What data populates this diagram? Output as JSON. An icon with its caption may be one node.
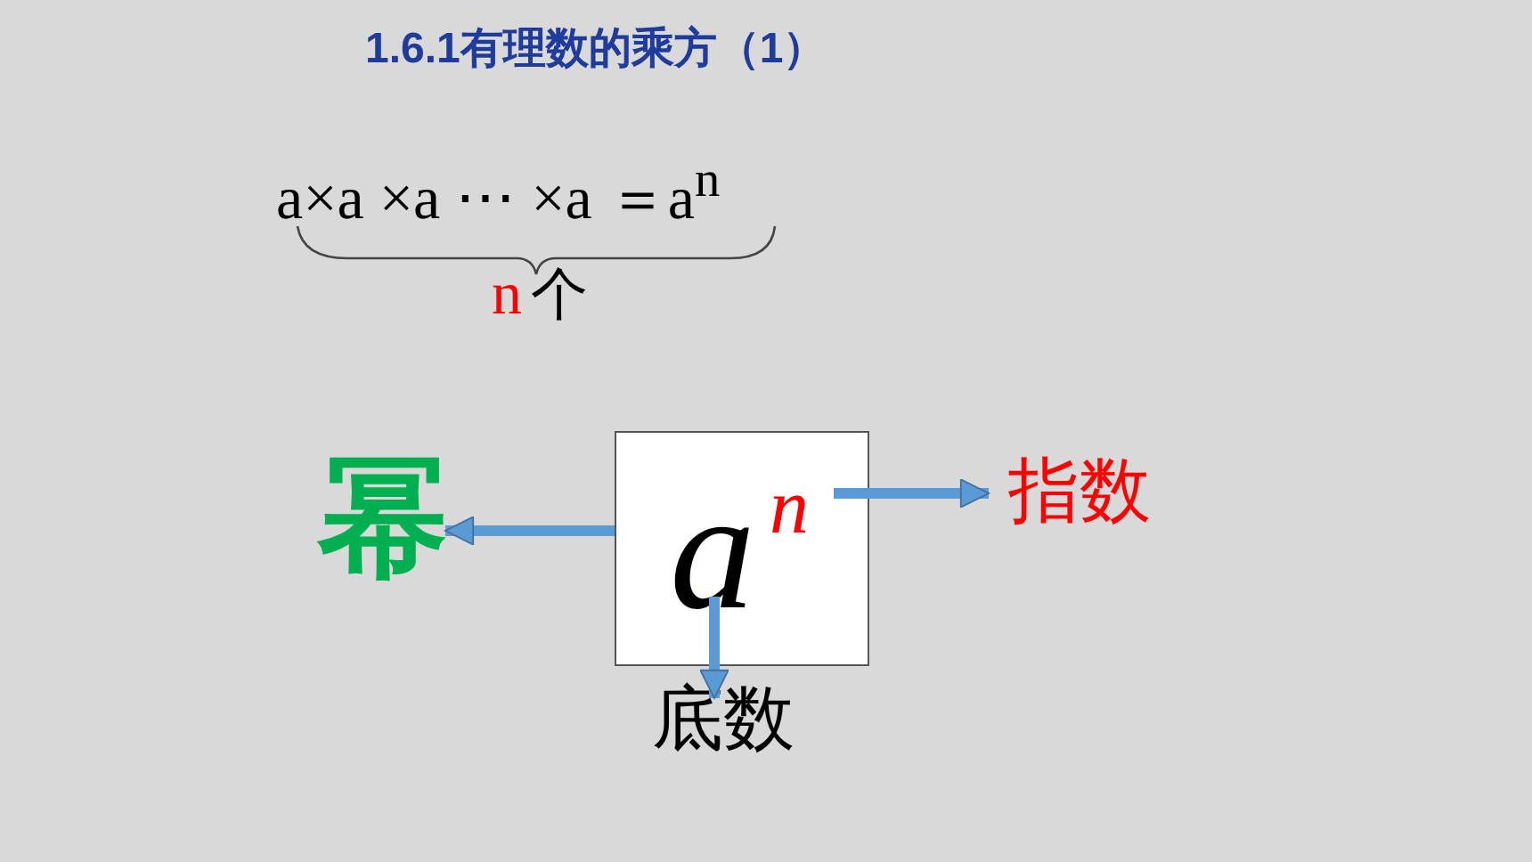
{
  "diagram": {
    "title": "1.6.1有理数的乘方（1）",
    "nodes": [
      {
        "text": [],
        "shape": "box"
      },
      {
        "text": [
          "a"
        ],
        "in": 0
      },
      {
        "text": [
          "n"
        ],
        "in": 0
      },
      {
        "text": [
          "幂"
        ]
      },
      {
        "text": [
          "指数"
        ]
      },
      {
        "text": [
          "底数"
        ]
      }
    ],
    "edges": [
      {
        "from": 0,
        "to": 3,
        "arrow": "to"
      },
      {
        "from": 2,
        "to": 4,
        "arrow": "to"
      },
      {
        "from": 1,
        "to": 5,
        "arrow": "to"
      }
    ],
    "labels": [
      "a×a ×a ⋯ ×a ＝a$^{n}$",
      "n",
      "个"
    ]
  }
}
